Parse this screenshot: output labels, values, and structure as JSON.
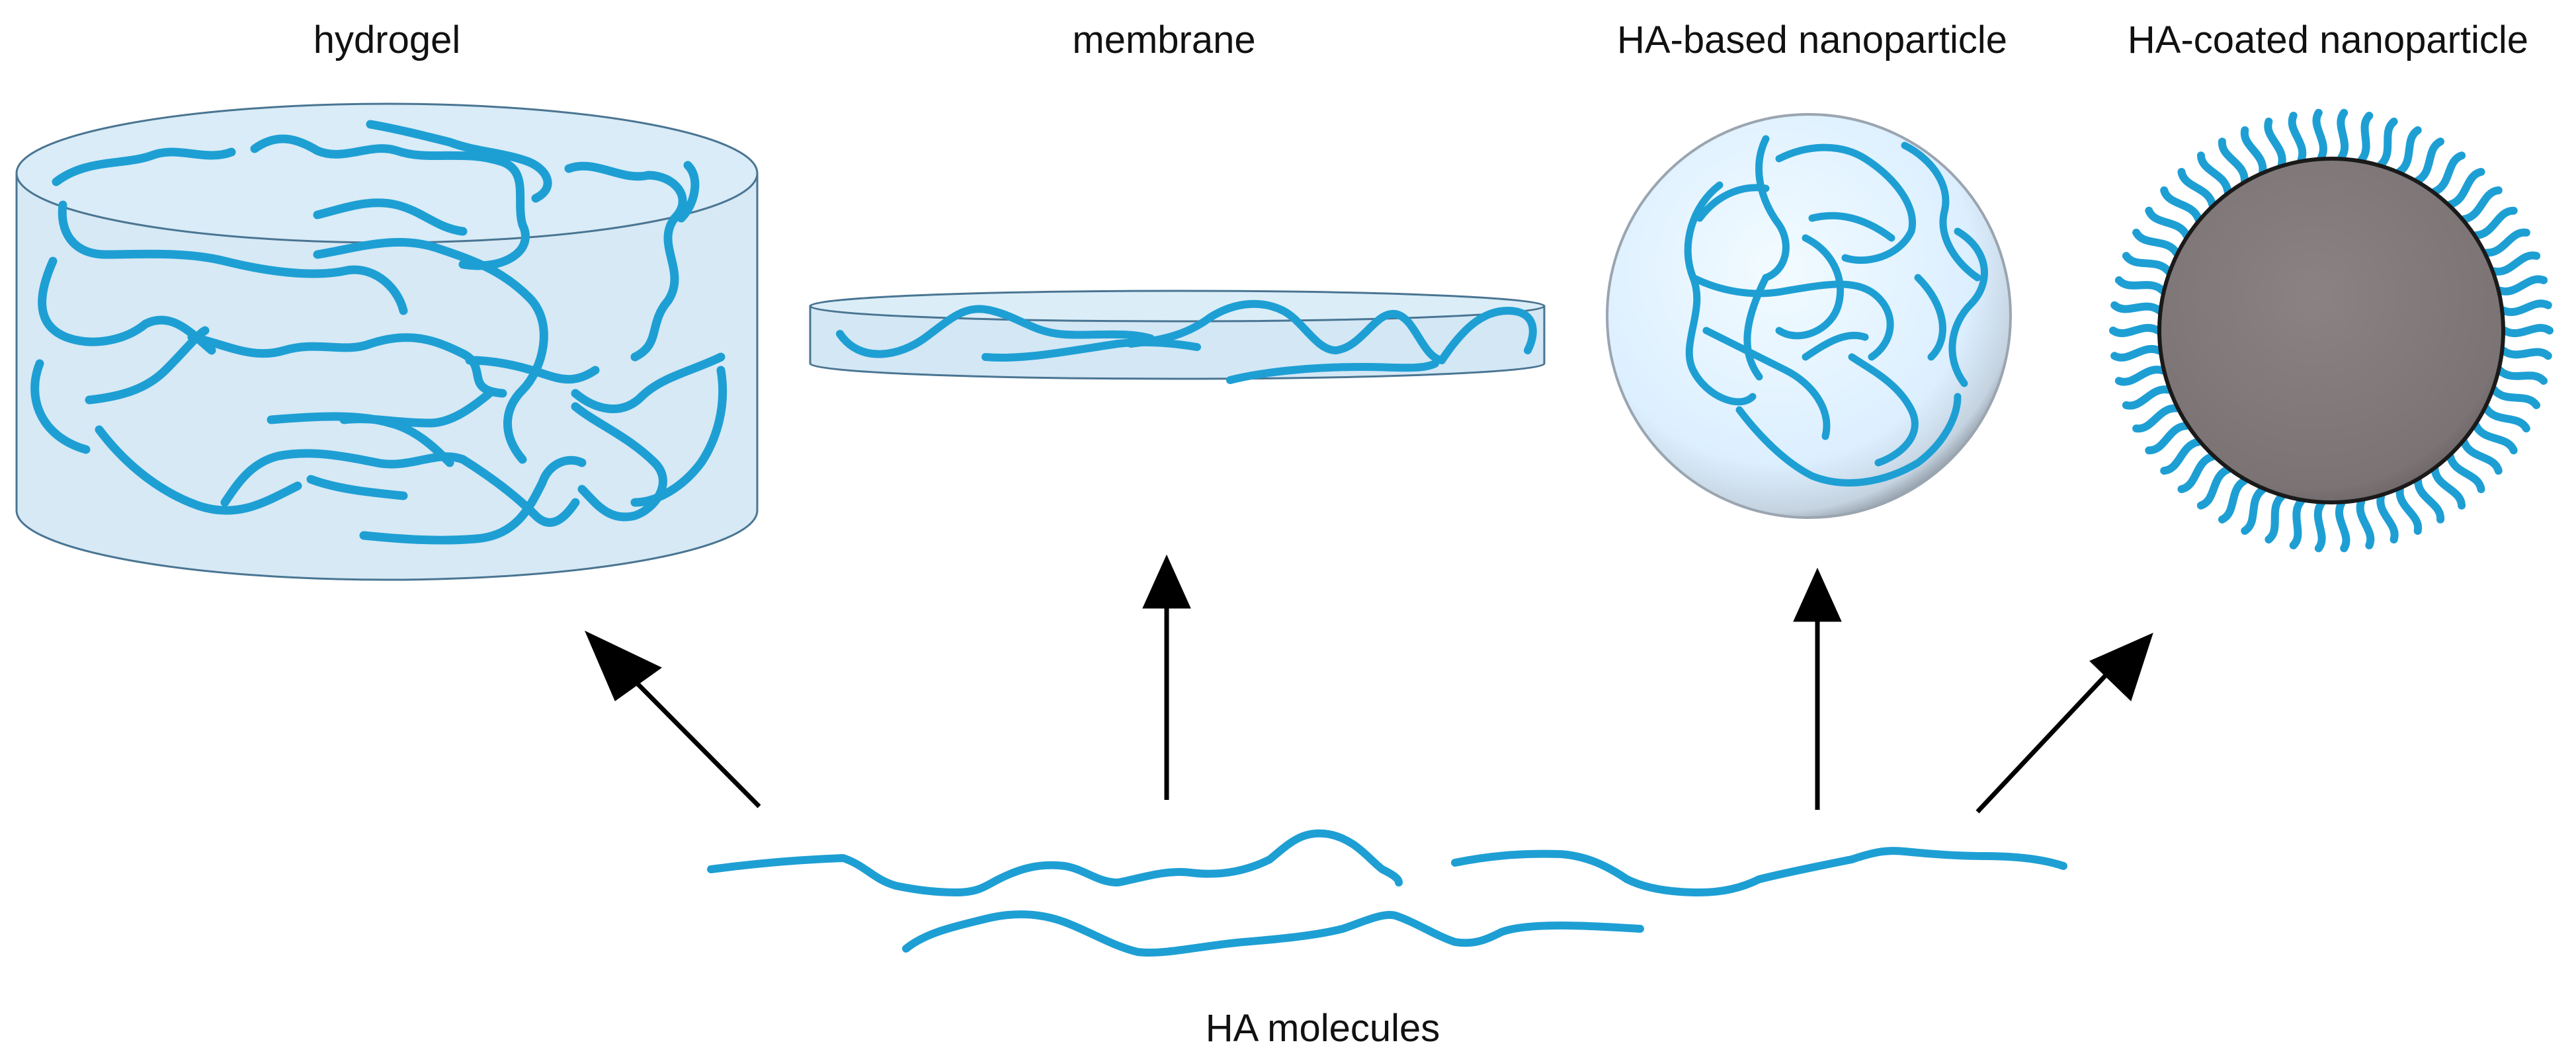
{
  "labels": {
    "hydrogel": "hydrogel",
    "membrane": "membrane",
    "ha_based_nanoparticle": "HA-based nanoparticle",
    "ha_coated_nanoparticle": "HA-coated nanoparticle",
    "ha_molecules": "HA molecules"
  },
  "colors": {
    "ha_chain": "#1e9fd4",
    "gel_fill": "#d6e9f5",
    "gel_stroke": "#4a7592",
    "core_particle": "#7d7576",
    "arrow": "#000000",
    "text": "#111111"
  }
}
